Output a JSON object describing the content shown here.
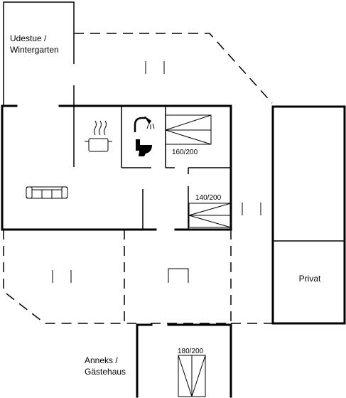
{
  "floorplan": {
    "rooms": {
      "wintergarden": {
        "line1": "Udestue /",
        "line2": "Wintergarten"
      },
      "private": {
        "label": "Privat"
      },
      "annex": {
        "line1": "Anneks /",
        "line2": "Gästehaus"
      }
    },
    "beds": {
      "bed_top": "160/200",
      "bed_middle": "140/200",
      "bed_annex": "180/200"
    },
    "icons": {
      "cooking_pot": "cooking-pot-icon",
      "shower": "shower-icon",
      "toilet": "toilet-icon",
      "sofa": "sofa-icon"
    }
  }
}
